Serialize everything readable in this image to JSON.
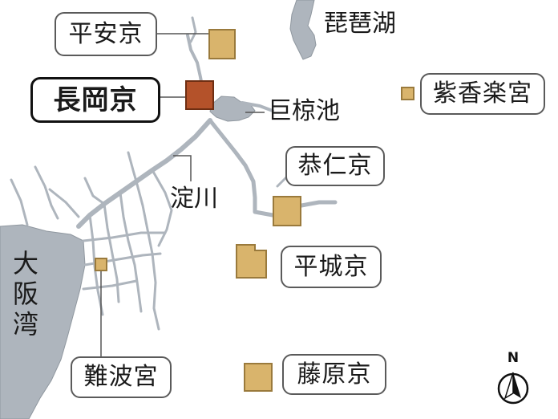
{
  "colors": {
    "water": "#aeb5bd",
    "water_edge": "#8f979f",
    "leader": "#555555",
    "site_fill": "#d9b46c",
    "site_highlight": "#b4522a",
    "label_border": "#5a5a5a"
  },
  "capitals": {
    "heiankyo": "平安京",
    "nagaokakyo": "長岡京",
    "kuniikyo": "恭仁京",
    "heijokyo": "平城京",
    "fujiwarakyo": "藤原京",
    "naniwanomiya": "難波宮",
    "shigarakinomiya": "紫香楽宮"
  },
  "water_labels": {
    "lake_biwa": "琵琶湖",
    "oguraike": "巨椋池",
    "yodogawa": "淀川",
    "osaka_bay": "大阪湾"
  },
  "north_arrow": {
    "letter": "N",
    "icon": "north-arrow-icon"
  }
}
